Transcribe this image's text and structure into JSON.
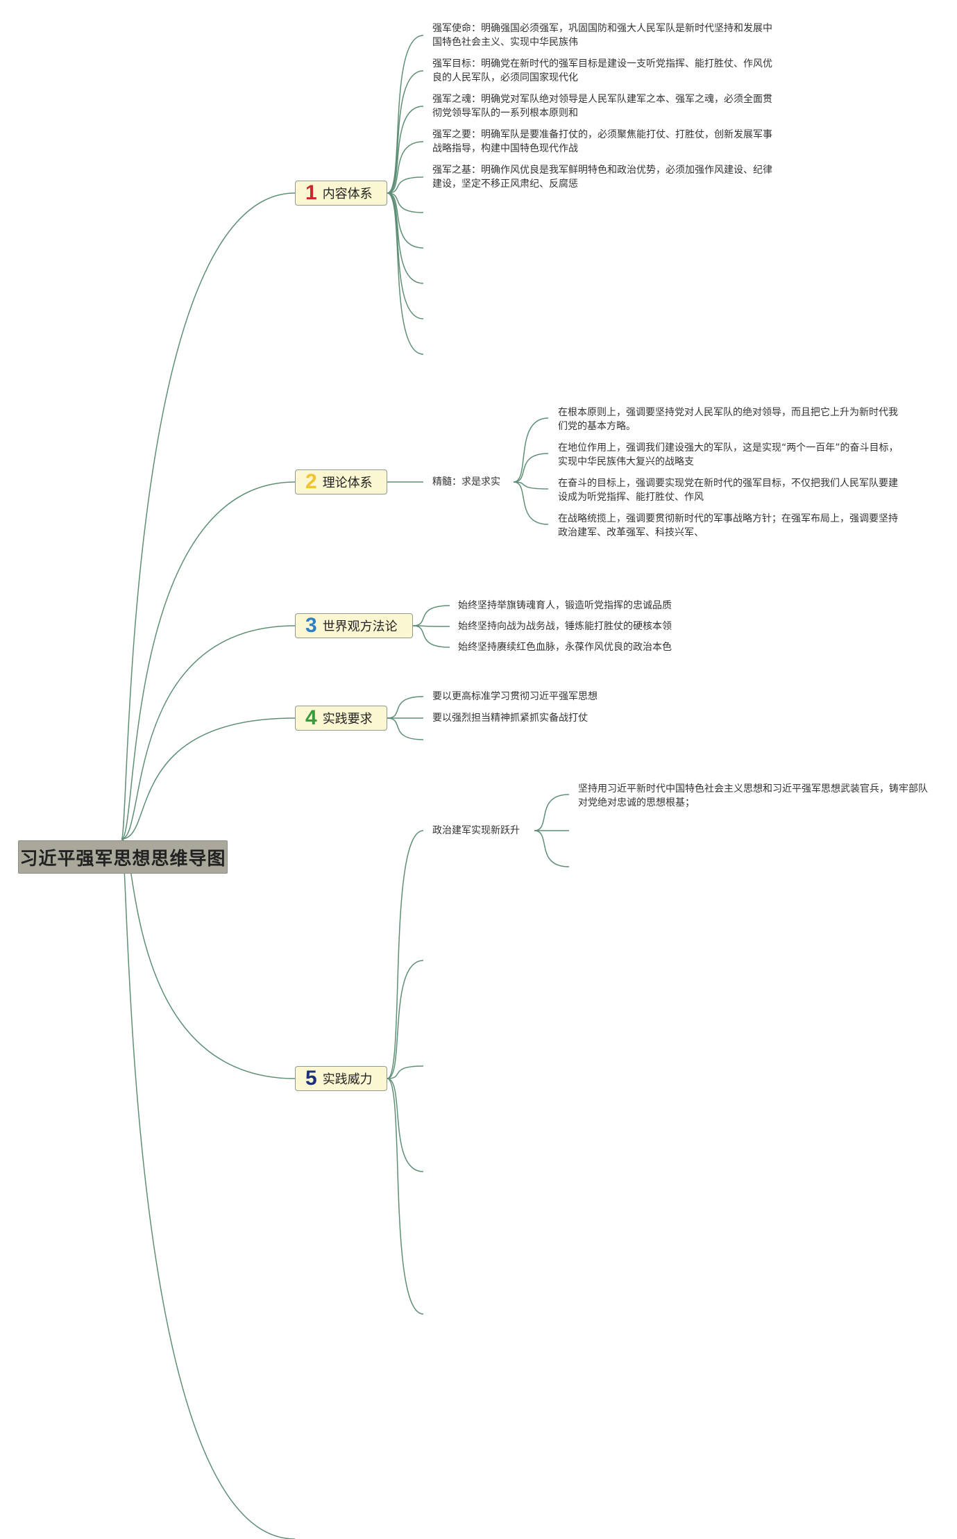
{
  "title": "习近平强军思想思维导图",
  "colors": {
    "line": "#5e8f76",
    "root_bg": "#a9a89b",
    "cat_bg": "#fbf7d2"
  },
  "branches": [
    {
      "num": "1",
      "num_color": "#c8282e",
      "label": "内容体系",
      "items": [
        "强军使命：明确强国必须强军，巩固国防和强大人民军队是新时代坚持和发展中国特色社会主义、实现中华民族伟",
        "强军目标：明确党在新时代的强军目标是建设一支听党指挥、能打胜仗、作风优良的人民军队，必须同国家现代化",
        "强军之魂：明确党对军队绝对领导是人民军队建军之本、强军之魂，必须全面贯彻党领导军队的一系列根本原则和",
        "强军之要：明确军队是要准备打仗的，必须聚焦能打仗、打胜仗，创新发展军事战略指导，构建中国特色现代作战",
        "强军之基：明确作风优良是我军鲜明特色和政治优势，必须加强作风建设、纪律建设，坚定不移正风肃纪、反腐惩"
      ]
    },
    {
      "num": "2",
      "num_color": "#f2c230",
      "label": "理论体系",
      "sub_label": "精髓：求是求实",
      "items": [
        "在根本原则上，强调要坚持党对人民军队的绝对领导，而且把它上升为新时代我们党的基本方略。",
        "在地位作用上，强调我们建设强大的军队，这是实现“两个一百年”的奋斗目标，实现中华民族伟大复兴的战略支",
        "在奋斗的目标上，强调要实现党在新时代的强军目标，不仅把我们人民军队要建设成为听党指挥、能打胜仗、作风",
        "在战略统揽上，强调要贯彻新时代的军事战略方针；在强军布局上，强调要坚持政治建军、改革强军、科技兴军、"
      ]
    },
    {
      "num": "3",
      "num_color": "#2f7fc4",
      "label": "世界观方法论",
      "items": [
        "始终坚持举旗铸魂育人，锻造听党指挥的忠诚品质",
        "始终坚持向战为战务战，锤炼能打胜仗的硬核本领",
        "始终坚持赓续红色血脉，永葆作风优良的政治本色"
      ]
    },
    {
      "num": "4",
      "num_color": "#3a9a3a",
      "label": "实践要求",
      "items": [
        "要以更高标准学习贯彻习近平强军思想",
        "要以强烈担当精神抓紧抓实备战打仗"
      ]
    },
    {
      "num": "5",
      "num_color": "#1f2f80",
      "label": "实践威力",
      "sub_label": "政治建军实现新跃升",
      "items": [
        "坚持用习近平新时代中国特色社会主义思想和习近平强军思想武装官兵，铸牢部队对党绝对忠诚的思想根基；"
      ]
    }
  ]
}
